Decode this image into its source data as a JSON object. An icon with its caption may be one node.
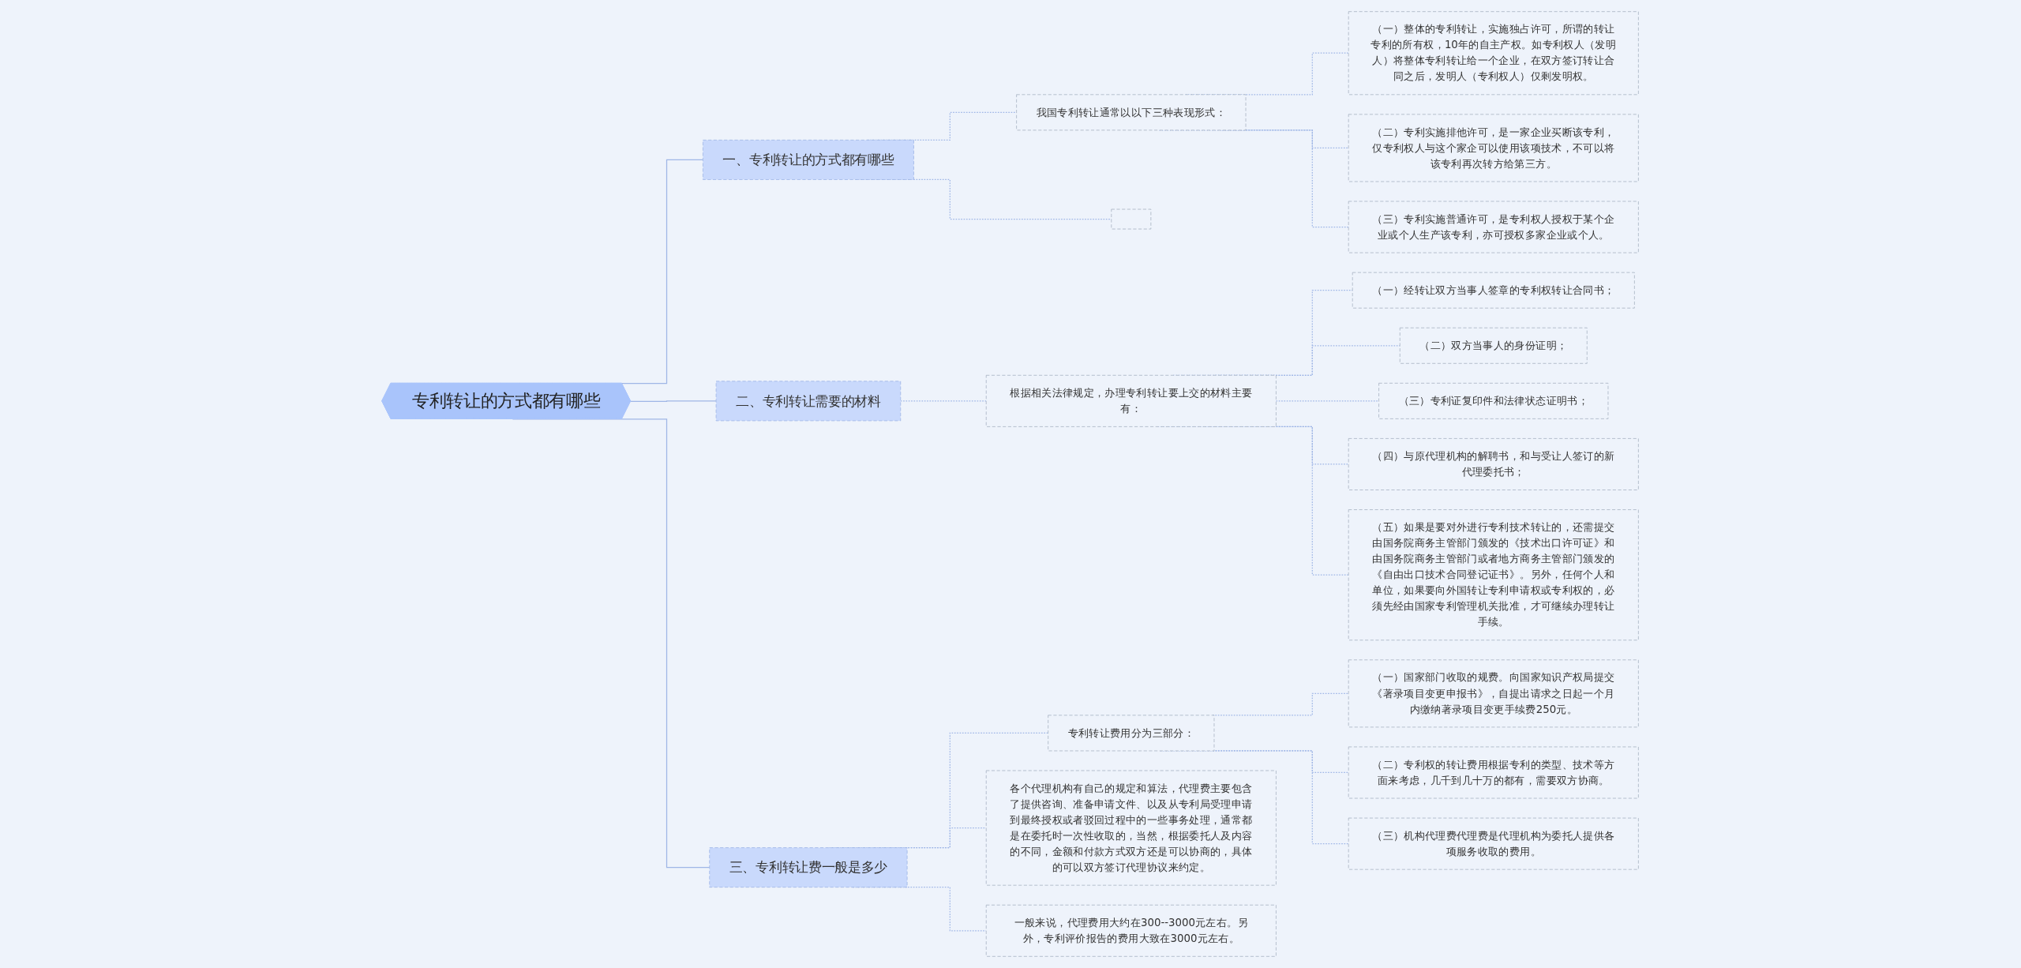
{
  "diagram": {
    "nodes": [
      {
        "text": [
          "专利转让的方式都有哪些"
        ]
      },
      {
        "text": [
          "一、专利转让的方式都有哪些"
        ]
      },
      {
        "text": [
          "我国专利转让通常以以下三种表现形式："
        ]
      },
      {
        "text": [
          "（一）整体的专利转让，实施独占许可，所谓的转让专利的所有权，10年的自主产权。如专利权人（发明人）将整体专利转让给一个企业，在双方签订转让合同之后，发明人（专利权人）仅剩发明权。"
        ]
      },
      {
        "text": [
          "（二）专利实施排他许可，是一家企业买断该专利，仅专利权人与这个家企可以使用该项技术，不可以将该专利再次转方给第三方。"
        ]
      },
      {
        "text": [
          "（三）专利实施普通许可，是专利权人授权于某个企业或个人生产该专利，亦可授权多家企业或个人。"
        ]
      },
      {
        "text": [],
        "shape": "box"
      },
      {
        "text": [
          "二、专利转让需要的材料"
        ]
      },
      {
        "text": [
          "根据相关法律规定，办理专利转让要上交的材料主要有："
        ]
      },
      {
        "text": [
          "（一）经转让双方当事人签章的专利权转让合同书；"
        ]
      },
      {
        "text": [
          "（二）双方当事人的身份证明；"
        ]
      },
      {
        "text": [
          "（三）专利证复印件和法律状态证明书；"
        ]
      },
      {
        "text": [
          "（四）与原代理机构的解聘书，和与受让人签订的新代理委托书；"
        ]
      },
      {
        "text": [
          "（五）如果是要对外进行专利技术转让的，还需提交由国务院商务主管部门颁发的《技术出口许可证》和由国务院商务主管部门或者地方商务主管部门颁发的《自由出口技术合同登记证书》。另外，任何个人和单位，如果要向外国转让专利申请权或专利权的，必须先经由国家专利管理机关批准，才可继续办理转让手续。"
        ]
      },
      {
        "text": [
          "三、专利转让费一般是多少"
        ]
      },
      {
        "text": [
          "专利转让费用分为三部分："
        ]
      },
      {
        "text": [
          "（一）国家部门收取的规费。向国家知识产权局提交《著录项目变更申报书》，自提出请求之日起一个月内缴纳著录项目变更手续费250元。"
        ]
      },
      {
        "text": [
          "（二）专利权的转让费用根据专利的类型、技术等方面来考虑，几千到几十万的都有，需要双方协商。"
        ]
      },
      {
        "text": [
          "（三）机构代理费代理费是代理机构为委托人提供各项服务收取的费用。"
        ]
      },
      {
        "text": [
          "各个代理机构有自己的规定和算法，代理费主要包含了提供咨询、准备申请文件、以及从专利局受理申请到最终授权或者驳回过程中的一些事务处理，通常都是在委托时一次性收取的，当然，根据委托人及内容的不同，金额和付款方式双方还是可以协商的，具体的可以双方签订代理协议来约定。"
        ]
      },
      {
        "text": [
          "一般来说，代理费用大约在300--3000元左右。另外，专利评价报告的费用大致在3000元左右。"
        ]
      }
    ],
    "edges": [
      {
        "from": 0,
        "to": 1,
        "arrow": "none"
      },
      {
        "from": 1,
        "to": 2,
        "arrow": "none",
        "style": "dashed"
      },
      {
        "from": 2,
        "to": 3,
        "arrow": "none",
        "style": "dashed"
      },
      {
        "from": 2,
        "to": 4,
        "arrow": "none",
        "style": "dashed"
      },
      {
        "from": 2,
        "to": 5,
        "arrow": "none",
        "style": "dashed"
      },
      {
        "from": 1,
        "to": 6,
        "arrow": "none",
        "style": "dashed"
      },
      {
        "from": 0,
        "to": 7,
        "arrow": "none"
      },
      {
        "from": 7,
        "to": 8,
        "arrow": "none",
        "style": "dashed"
      },
      {
        "from": 8,
        "to": 9,
        "arrow": "none",
        "style": "dashed"
      },
      {
        "from": 8,
        "to": 10,
        "arrow": "none",
        "style": "dashed"
      },
      {
        "from": 8,
        "to": 11,
        "arrow": "none",
        "style": "dashed"
      },
      {
        "from": 8,
        "to": 12,
        "arrow": "none",
        "style": "dashed"
      },
      {
        "from": 8,
        "to": 13,
        "arrow": "none",
        "style": "dashed"
      },
      {
        "from": 0,
        "to": 14,
        "arrow": "none"
      },
      {
        "from": 14,
        "to": 15,
        "arrow": "none",
        "style": "dashed"
      },
      {
        "from": 15,
        "to": 16,
        "arrow": "none",
        "style": "dashed"
      },
      {
        "from": 15,
        "to": 17,
        "arrow": "none",
        "style": "dashed"
      },
      {
        "from": 15,
        "to": 18,
        "arrow": "none",
        "style": "dashed"
      },
      {
        "from": 14,
        "to": 19,
        "arrow": "none",
        "style": "dashed"
      },
      {
        "from": 14,
        "to": 20,
        "arrow": "none",
        "style": "dashed"
      }
    ]
  }
}
